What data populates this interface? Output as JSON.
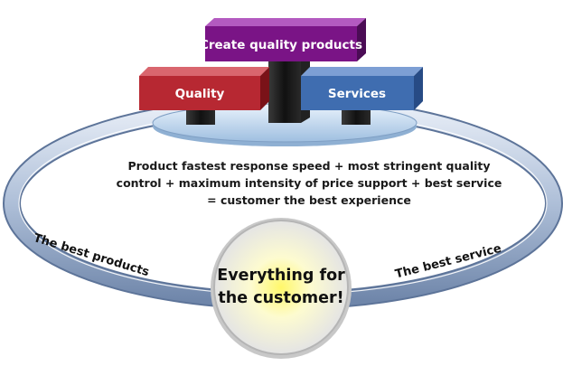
{
  "diagram": {
    "top_box": "Create quality products",
    "left_box": "Quality",
    "right_box": "Services",
    "center_lines": [
      "Product  fastest response speed + most stringent quality",
      "control + maximum  intensity of price support + best service",
      "= customer  the best experience"
    ],
    "ring_left_label": "The best products",
    "ring_right_label": "The best service",
    "hub_lines": [
      "Everything for",
      "the customer!"
    ],
    "colors": {
      "top_box": "#7a1486",
      "left_box": "#b72832",
      "right_box": "#3f6db0",
      "ring": "#9fb3cf",
      "platform": "#cfe0f2",
      "hub_glow": "#fff48a"
    }
  }
}
